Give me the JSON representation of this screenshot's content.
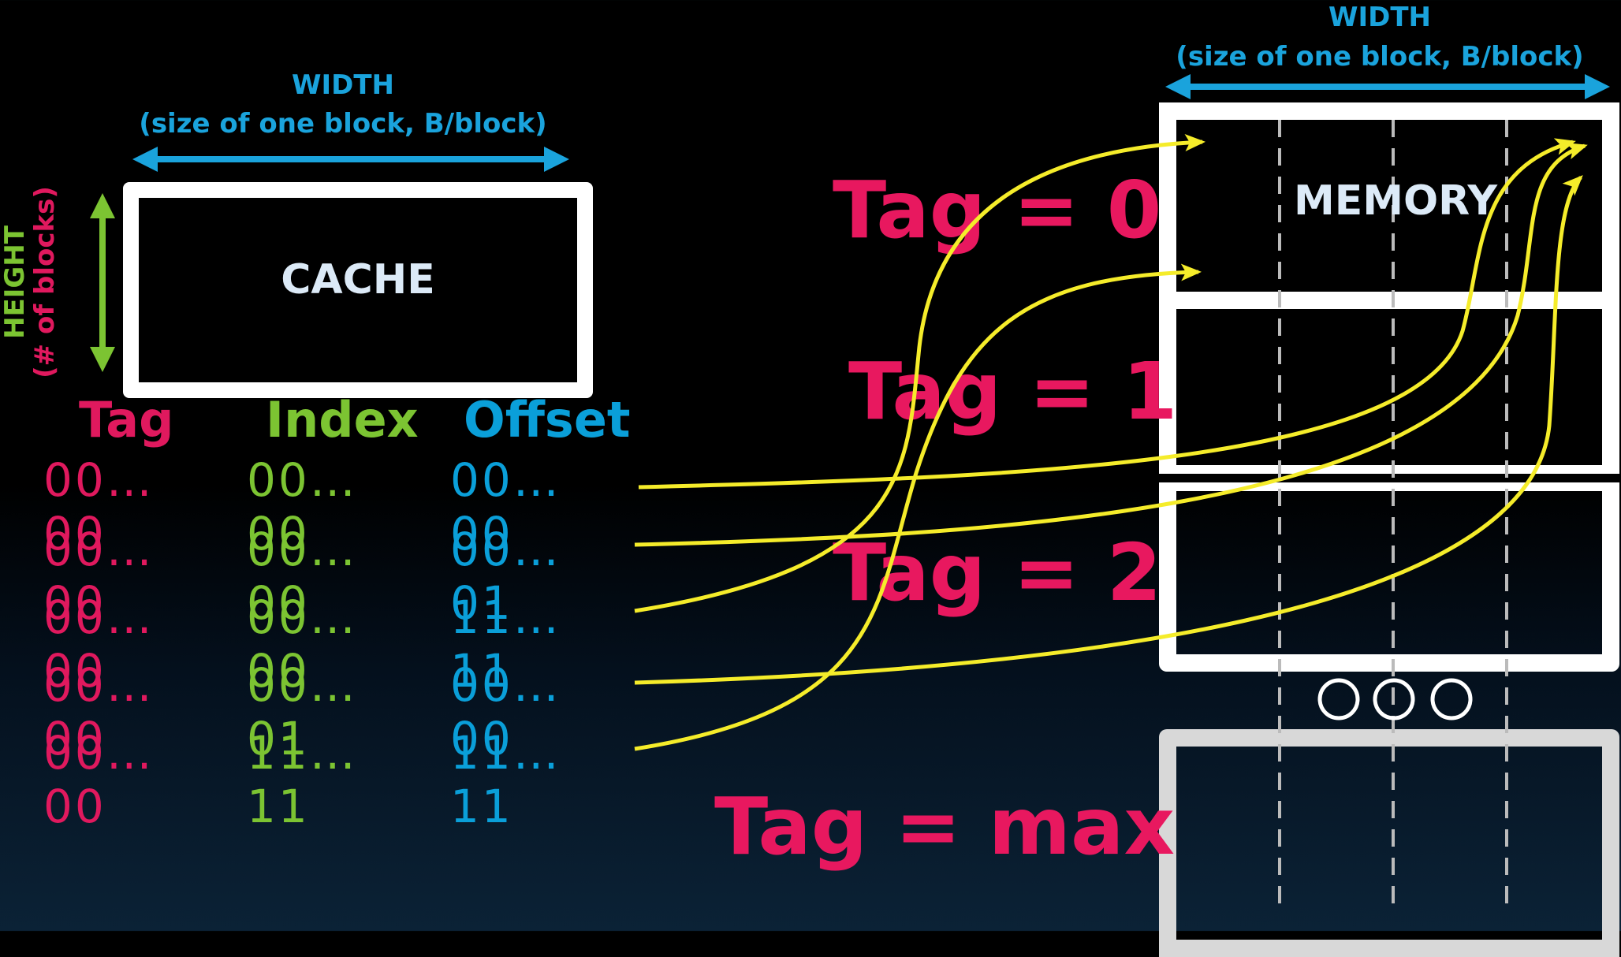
{
  "cache": {
    "width_title": "WIDTH",
    "width_sub": "(size of one block, B/block)",
    "height_title": "HEIGHT",
    "height_sub": "(# of blocks)",
    "label": "CACHE"
  },
  "memory": {
    "width_title": "WIDTH",
    "width_sub": "(size of one block, B/block)",
    "label": "MEMORY",
    "ellipsis": "○○○"
  },
  "address": {
    "headers": {
      "tag": "Tag",
      "index": "Index",
      "offset": "Offset"
    },
    "rows": [
      {
        "tag": "00…00",
        "index": "00…00",
        "offset": "00…00"
      },
      {
        "tag": "00…00",
        "index": "00…00",
        "offset": "00…01"
      },
      {
        "tag": "00…00",
        "index": "00…00",
        "offset": "11…11"
      },
      {
        "tag": "00…00",
        "index": "00…01",
        "offset": "00…00"
      },
      {
        "tag": "00…00",
        "index": "11…11",
        "offset": "11…11"
      }
    ]
  },
  "tags": [
    "Tag = 0",
    "Tag = 1",
    "Tag = 2",
    "Tag = max"
  ],
  "colors": {
    "tag": "#e0195e",
    "index": "#7cc432",
    "offset": "#0a9fd9",
    "arrow": "#f5ec2a",
    "height_arrow": "#7cc432",
    "width_arrow": "#1aa3dc"
  }
}
